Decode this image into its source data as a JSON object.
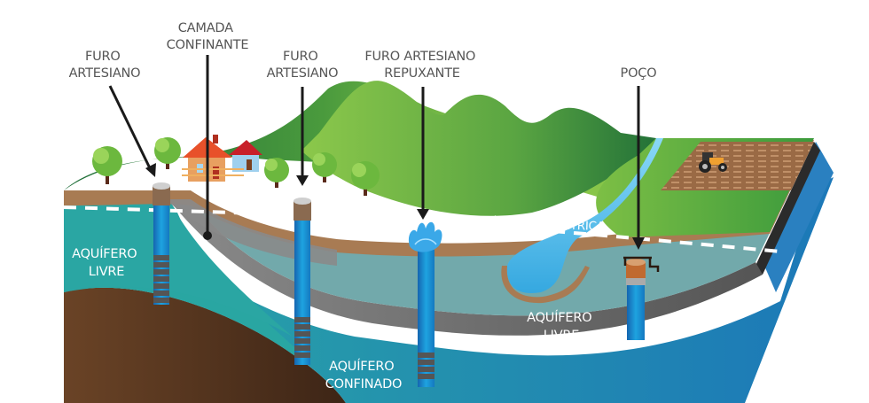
{
  "diagram": {
    "type": "cross-section",
    "subject": "aquifer and well types",
    "labels": {
      "furo_artesiano_1": [
        "FURO",
        "ARTESIANO"
      ],
      "camada_confinante": [
        "CAMADA",
        "CONFINANTE"
      ],
      "furo_artesiano_2": [
        "FURO",
        "ARTESIANO"
      ],
      "furo_artesiano_repuxante": [
        "FURO ARTESIANO",
        "REPUXANTE"
      ],
      "poco": [
        "POÇO"
      ],
      "superficie_piezometrica": "SUPERFÍCIE PIEZÓMETRICA",
      "aquifero_livre_left": [
        "AQUÍFERO",
        "LIVRE"
      ],
      "aquifero_livre_right": [
        "AQUÍFERO",
        "LIVRE"
      ],
      "aquifero_confinado": [
        "AQUÍFERO",
        "CONFINADO"
      ]
    },
    "colors": {
      "label_text": "#555555",
      "grass_light": "#8cc84b",
      "grass_dark": "#2e7d3a",
      "soil": "#a87b53",
      "confining_layer": "#7a7a7a",
      "free_aquifer": "#2aa6a6",
      "confined_aquifer": "#1e8bb8",
      "bedrock": "#5c3a20",
      "river": "#6fd0f5",
      "well_pipe": "#1b9ad6",
      "piezometric_line": "#ffffff"
    }
  }
}
